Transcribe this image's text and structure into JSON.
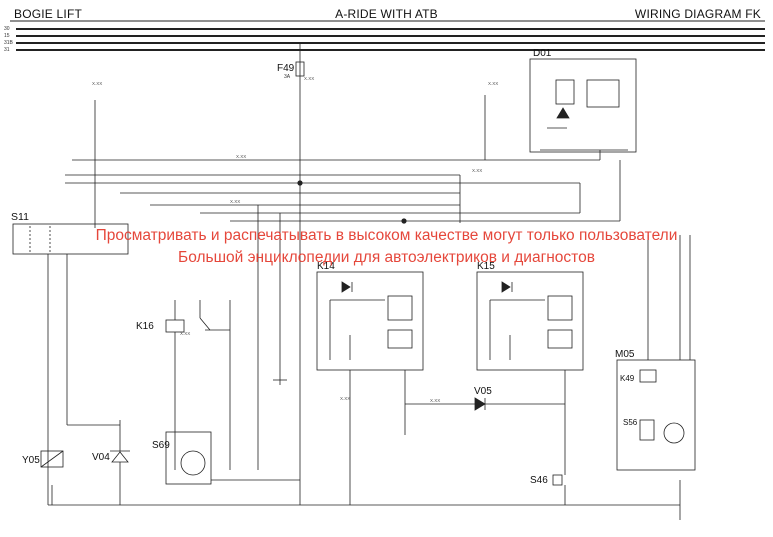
{
  "header": {
    "left": "BOGIE LIFT",
    "center": "A-RIDE WITH ATB",
    "right": "WIRING DIAGRAM FK"
  },
  "bus_numbers": [
    "30",
    "15",
    "31B",
    "31"
  ],
  "components": {
    "f49": {
      "tag": "F49",
      "rating": "3A"
    },
    "d01": {
      "tag": "D01"
    },
    "s11": {
      "tag": "S11"
    },
    "k14": {
      "tag": "K14"
    },
    "k15": {
      "tag": "K15"
    },
    "k16": {
      "tag": "K16"
    },
    "s69": {
      "tag": "S69"
    },
    "y05": {
      "tag": "Y05"
    },
    "v04": {
      "tag": "V04"
    },
    "v05": {
      "tag": "V05"
    },
    "m05": {
      "tag": "M05"
    },
    "k49": {
      "tag": "K49"
    },
    "s56": {
      "tag": "S56"
    },
    "s46": {
      "tag": "S46"
    }
  },
  "watermark": {
    "line1": "Просматривать и распечатывать в высоком качестве могут только пользователи",
    "line2": "Большой энциклопедии для автоэлектриков и диагностов"
  },
  "colors": {
    "line": "#222222",
    "watermark": "#e3382b",
    "background": "#ffffff"
  }
}
